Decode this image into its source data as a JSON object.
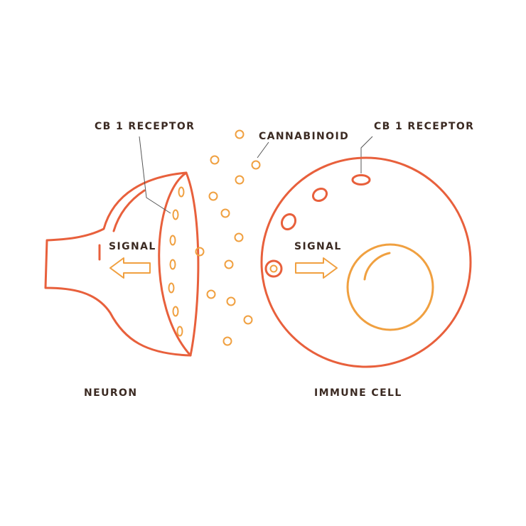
{
  "labels": {
    "cb1_receptor_left": "CB 1 RECEPTOR",
    "cannabinoid": "CANNABINOID",
    "cb1_receptor_right": "CB 1 RECEPTOR",
    "signal_left": "SIGNAL",
    "signal_right": "SIGNAL",
    "neuron": "NEURON",
    "immune_cell": "IMMUNE CELL"
  },
  "colors": {
    "outline": "#e8603c",
    "accent": "#f0a040",
    "text": "#3b2a22",
    "leader": "#555555",
    "background": "#ffffff"
  }
}
